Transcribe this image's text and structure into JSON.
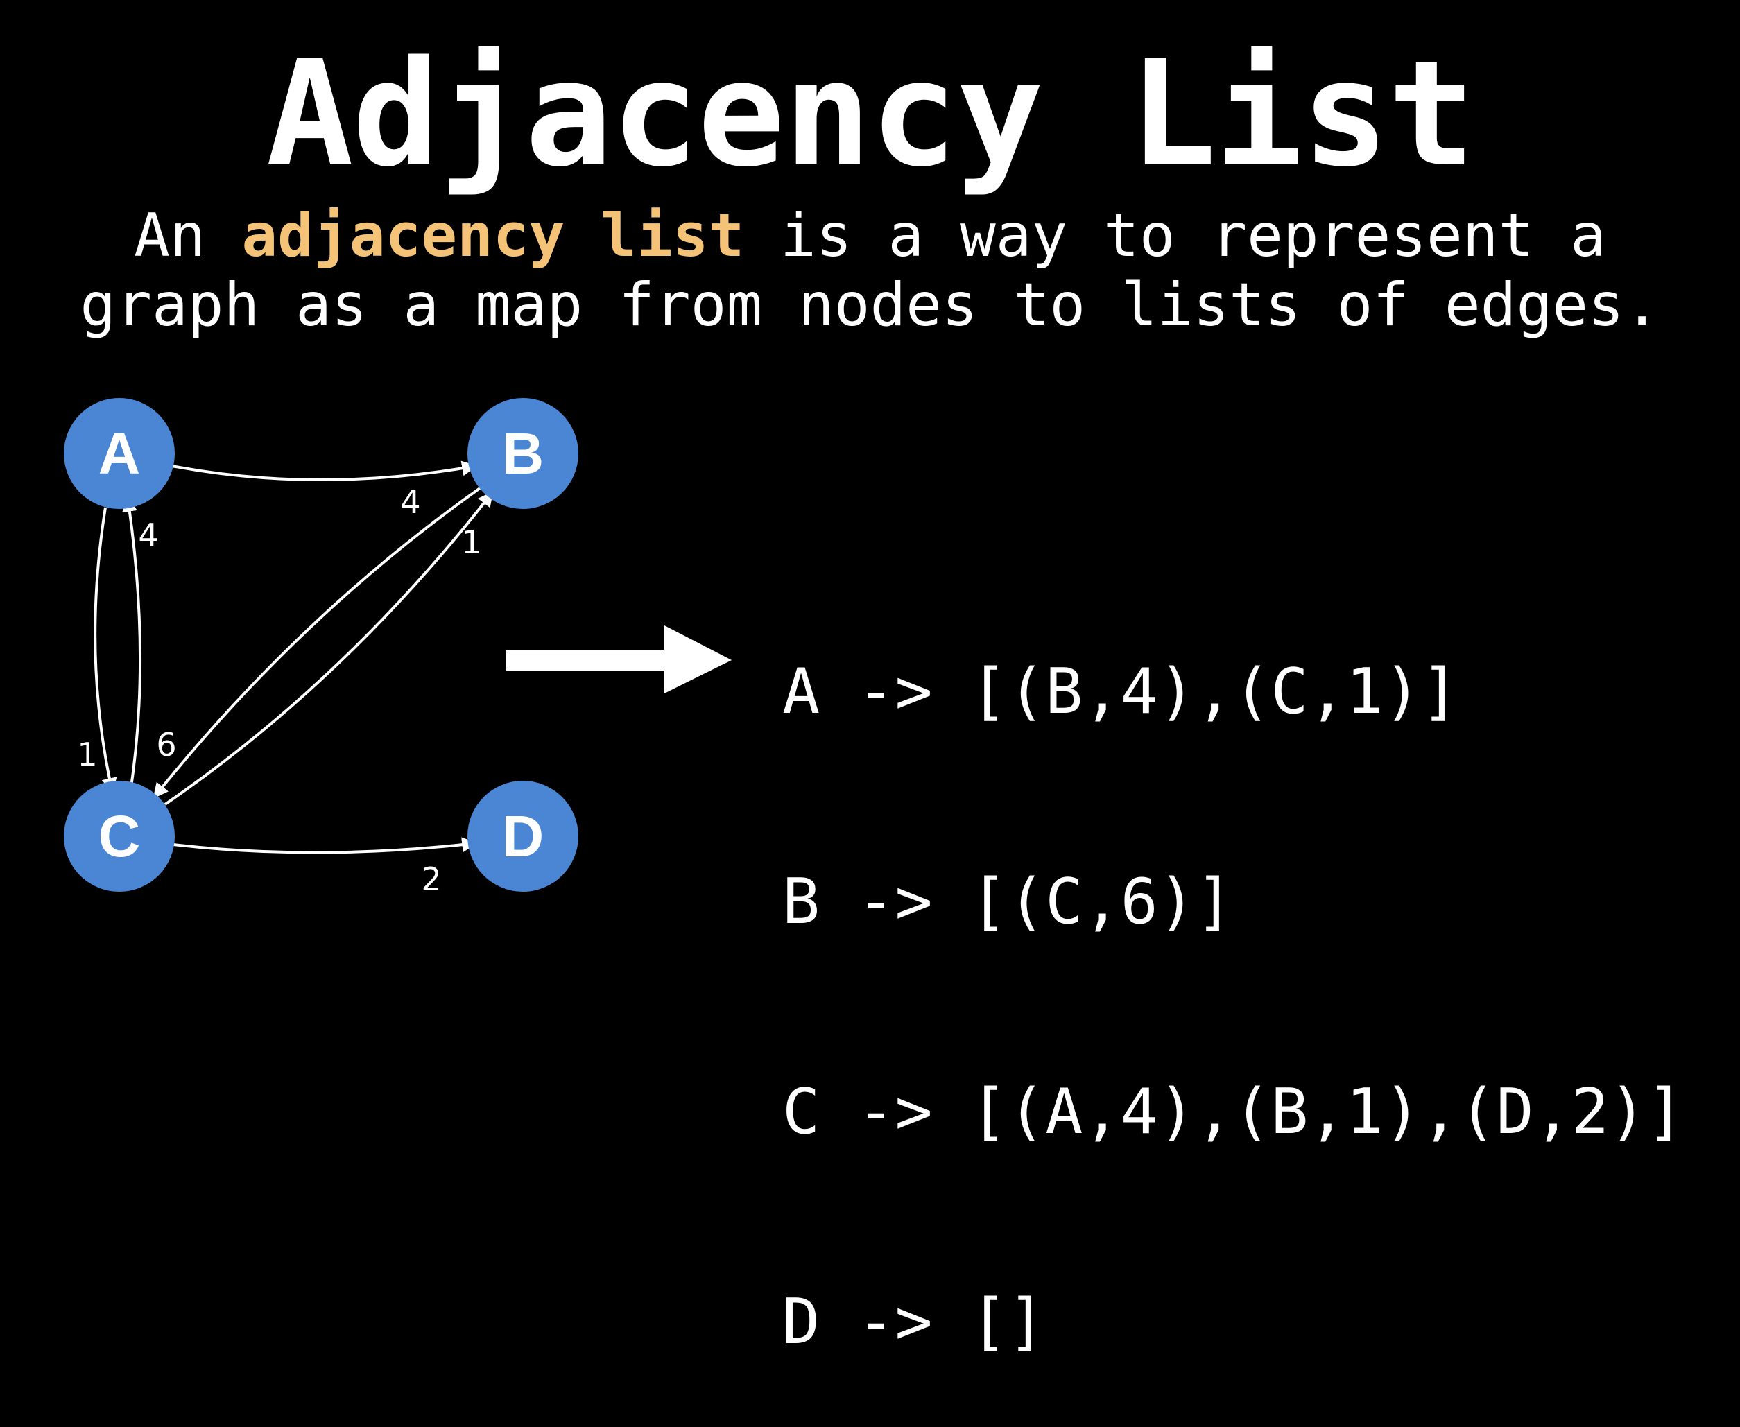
{
  "title": "Adjacency List",
  "subtitle": {
    "line1_pre": "An ",
    "line1_highlight": "adjacency list",
    "line1_post": " is a way to represent a",
    "line2": "graph as a map from nodes to lists of edges."
  },
  "colors": {
    "background": "#000000",
    "node_fill": "#4a86d4",
    "highlight": "#f4c378",
    "text": "#ffffff"
  },
  "graph": {
    "nodes": [
      {
        "id": "A",
        "label": "A"
      },
      {
        "id": "B",
        "label": "B"
      },
      {
        "id": "C",
        "label": "C"
      },
      {
        "id": "D",
        "label": "D"
      }
    ],
    "edges": [
      {
        "from": "A",
        "to": "B",
        "weight": "4"
      },
      {
        "from": "A",
        "to": "C",
        "weight": "1"
      },
      {
        "from": "B",
        "to": "C",
        "weight": "6"
      },
      {
        "from": "C",
        "to": "A",
        "weight": "4"
      },
      {
        "from": "C",
        "to": "B",
        "weight": "1"
      },
      {
        "from": "C",
        "to": "D",
        "weight": "2"
      }
    ]
  },
  "adjacency_list": [
    "A -> [(B,4),(C,1)]",
    "B -> [(C,6)]",
    "C -> [(A,4),(B,1),(D,2)]",
    "D -> []"
  ]
}
